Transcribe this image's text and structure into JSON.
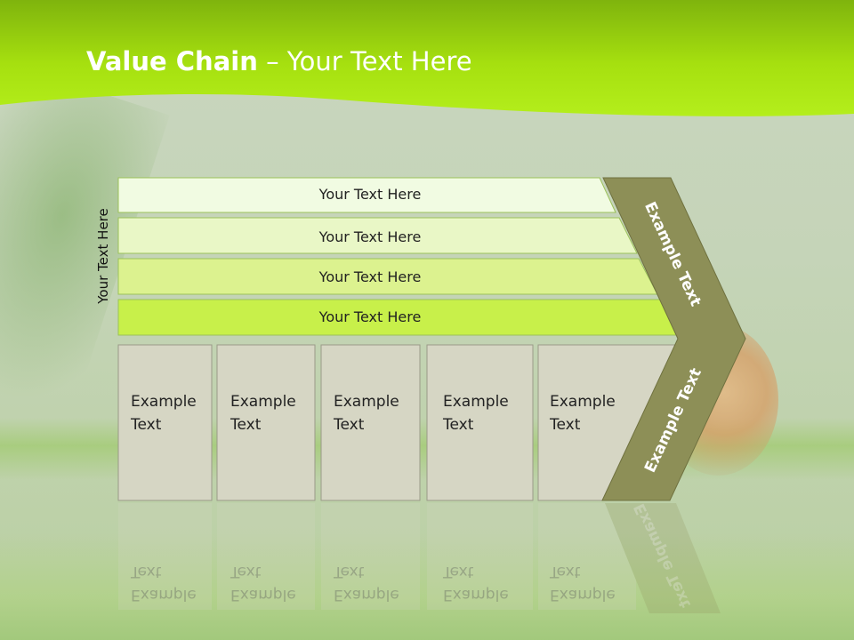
{
  "title": {
    "bold": "Value Chain",
    "rest": " – Your Text Here"
  },
  "side_label": "Your Text Here",
  "bands": [
    "Your Text Here",
    "Your Text Here",
    "Your Text Here",
    "Your Text Here"
  ],
  "boxes": [
    {
      "line1": "Example",
      "line2": "Text"
    },
    {
      "line1": "Example",
      "line2": "Text"
    },
    {
      "line1": "Example",
      "line2": "Text"
    },
    {
      "line1": "Example",
      "line2": "Text"
    },
    {
      "line1": "Example",
      "line2": "Text"
    }
  ],
  "chevron": {
    "upper_label": "Example Text",
    "lower_label": "Example Text"
  },
  "colors": {
    "header_green": "#a6e00f",
    "band_1": "#f1fbe2",
    "band_2": "#e9f7c6",
    "band_3": "#dcf28f",
    "band_4": "#c8f04a",
    "box_fill": "#d6d6c4",
    "chevron_fill": "#8d8f57"
  }
}
